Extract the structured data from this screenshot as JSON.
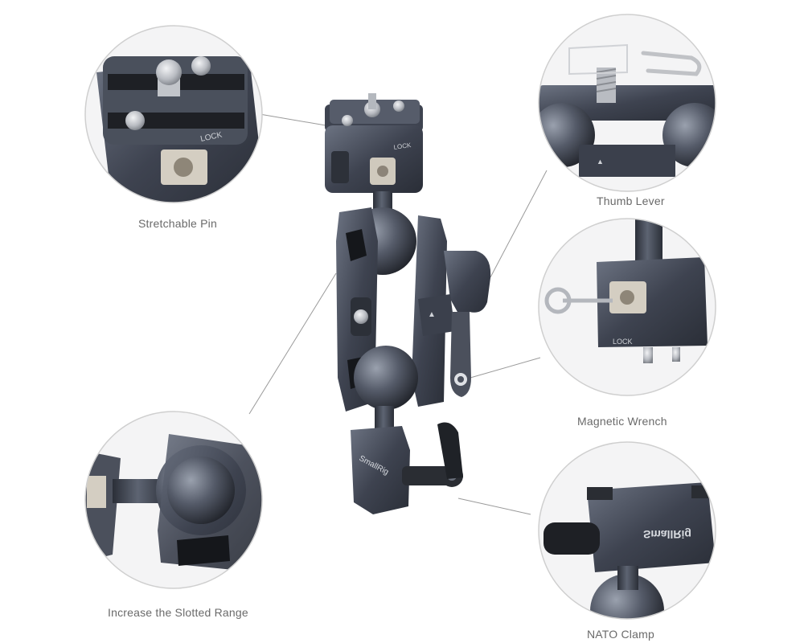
{
  "callouts": {
    "stretchable_pin": "Stretchable Pin",
    "thumb_lever": "Thumb Lever",
    "magnetic_wrench": "Magnetic Wrench",
    "slotted_range": "Increase the Slotted Range",
    "nato_clamp": "NATO Clamp"
  },
  "engravings": {
    "top_plate": "LOCK",
    "wrench_plate": "LOCK",
    "brand_main": "SmallRig",
    "brand_zoom": "SmallRig"
  },
  "colors": {
    "metal_dark": "#3a3f4a",
    "metal_mid": "#5b6170",
    "metal_light": "#8a909c",
    "rubber": "#1d1f24",
    "steel": "#c9ccd1",
    "circle_stroke": "#cfcfcf",
    "leader_line": "#9a9a9a",
    "label": "#6a6a6a"
  }
}
